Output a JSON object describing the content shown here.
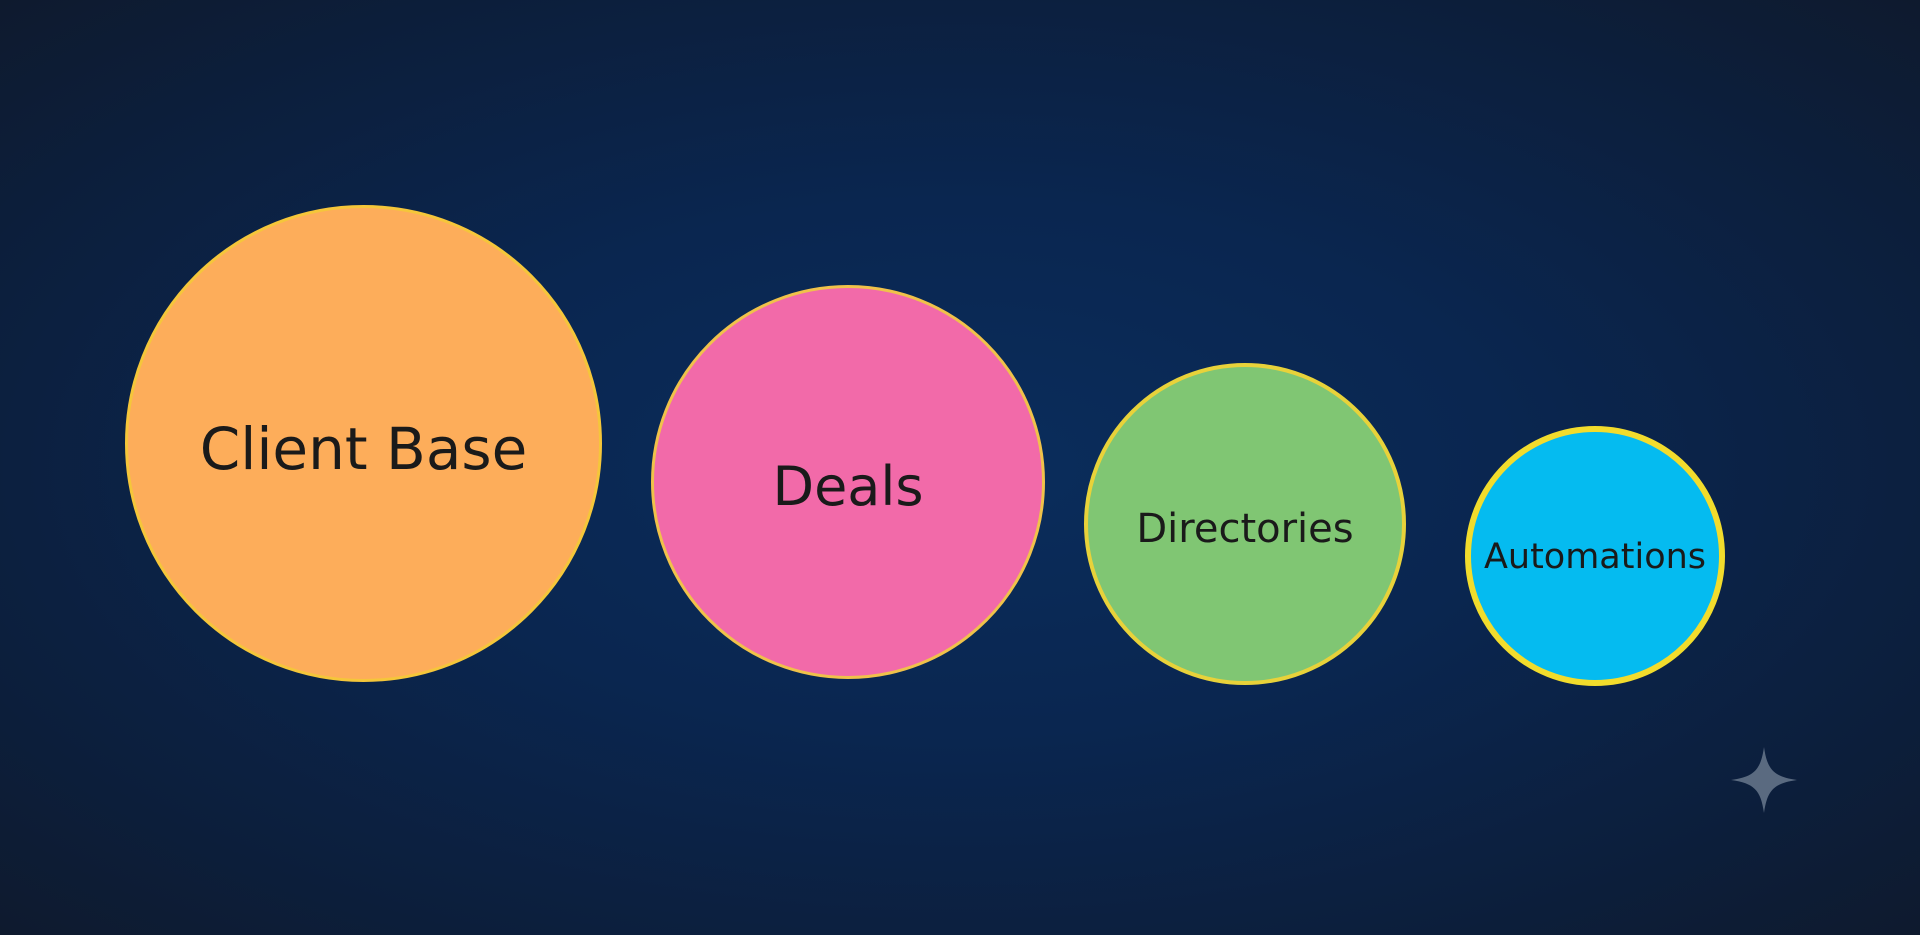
{
  "bubbles": [
    {
      "label": "Client Base",
      "fill": "#fdad5a",
      "border": "#f5c63a"
    },
    {
      "label": "Deals",
      "fill": "#f26aa9",
      "border": "#f0c24a"
    },
    {
      "label": "Directories",
      "fill": "#80c673",
      "border": "#e8d23a"
    },
    {
      "label": "Automations",
      "fill": "#05bbf0",
      "border": "#f2dc2c"
    }
  ],
  "decoration": {
    "icon": "sparkle-icon",
    "color": "#5a6a80"
  }
}
